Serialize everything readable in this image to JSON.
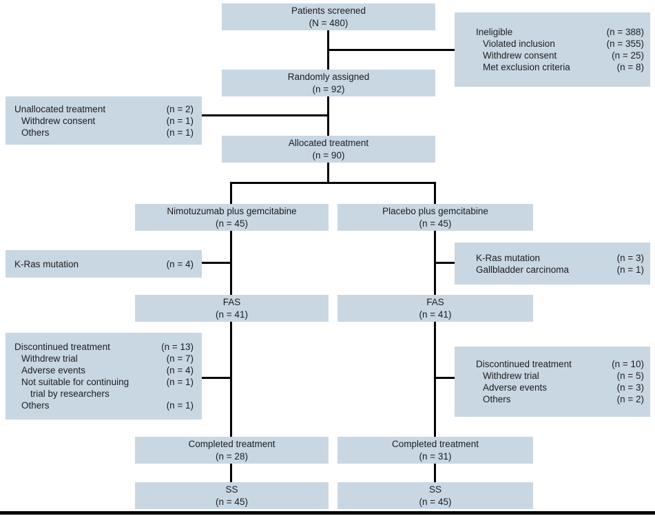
{
  "diagram_title": "Clinical trial CONSORT flow diagram",
  "colors": {
    "box_fill": "#c9d7e3",
    "line": "#000000",
    "text": "#1b1c1e",
    "background": "#ffffff"
  },
  "boxes": {
    "patients_screened": {
      "line1": "Patients screened",
      "line2": "(N = 480)"
    },
    "ineligible": {
      "rows": [
        {
          "label": "Ineligible",
          "value": "(n = 388)"
        },
        {
          "label": "Violated inclusion",
          "value": "(n = 355)"
        },
        {
          "label": "Withdrew consent",
          "value": "(n = 25)"
        },
        {
          "label": "Met exclusion criteria",
          "value": "(n = 8)"
        }
      ]
    },
    "randomly_assigned": {
      "line1": "Randomly assigned",
      "line2": "(n = 92)"
    },
    "unallocated": {
      "rows": [
        {
          "label": "Unallocated treatment",
          "value": "(n = 2)"
        },
        {
          "label": "Withdrew consent",
          "value": "(n = 1)"
        },
        {
          "label": "Others",
          "value": "(n = 1)"
        }
      ]
    },
    "allocated": {
      "line1": "Allocated treatment",
      "line2": "(n = 90)"
    },
    "arm_left": {
      "line1": "Nimotuzumab plus gemcitabine",
      "line2": "(n = 45)"
    },
    "arm_right": {
      "line1": "Placebo plus gemcitabine",
      "line2": "(n = 45)"
    },
    "kras_left": {
      "rows": [
        {
          "label": "K-Ras mutation",
          "value": "(n = 4)"
        }
      ]
    },
    "kras_right": {
      "rows": [
        {
          "label": "K-Ras mutation",
          "value": "(n = 3)"
        },
        {
          "label": "Gallbladder carcinoma",
          "value": "(n = 1)"
        }
      ]
    },
    "fas_left": {
      "line1": "FAS",
      "line2": "(n = 41)"
    },
    "fas_right": {
      "line1": "FAS",
      "line2": "(n = 41)"
    },
    "discontinued_left": {
      "rows": [
        {
          "label": "Discontinued treatment",
          "value": "(n = 13)"
        },
        {
          "label": "Withdrew trial",
          "value": "(n = 7)"
        },
        {
          "label": "Adverse events",
          "value": "(n = 4)"
        },
        {
          "label": "Not suitable for continuing",
          "value": "(n = 1)"
        },
        {
          "label": "trial by researchers",
          "value": ""
        },
        {
          "label": "Others",
          "value": "(n = 1)"
        }
      ]
    },
    "discontinued_right": {
      "rows": [
        {
          "label": "Discontinued treatment",
          "value": "(n = 10)"
        },
        {
          "label": "Withdrew trial",
          "value": "(n = 5)"
        },
        {
          "label": "Adverse events",
          "value": "(n = 3)"
        },
        {
          "label": "Others",
          "value": "(n = 2)"
        }
      ]
    },
    "completed_left": {
      "line1": "Completed treatment",
      "line2": "(n = 28)"
    },
    "completed_right": {
      "line1": "Completed treatment",
      "line2": "(n = 31)"
    },
    "ss_left": {
      "line1": "SS",
      "line2": "(n = 45)"
    },
    "ss_right": {
      "line1": "SS",
      "line2": "(n = 45)"
    }
  }
}
